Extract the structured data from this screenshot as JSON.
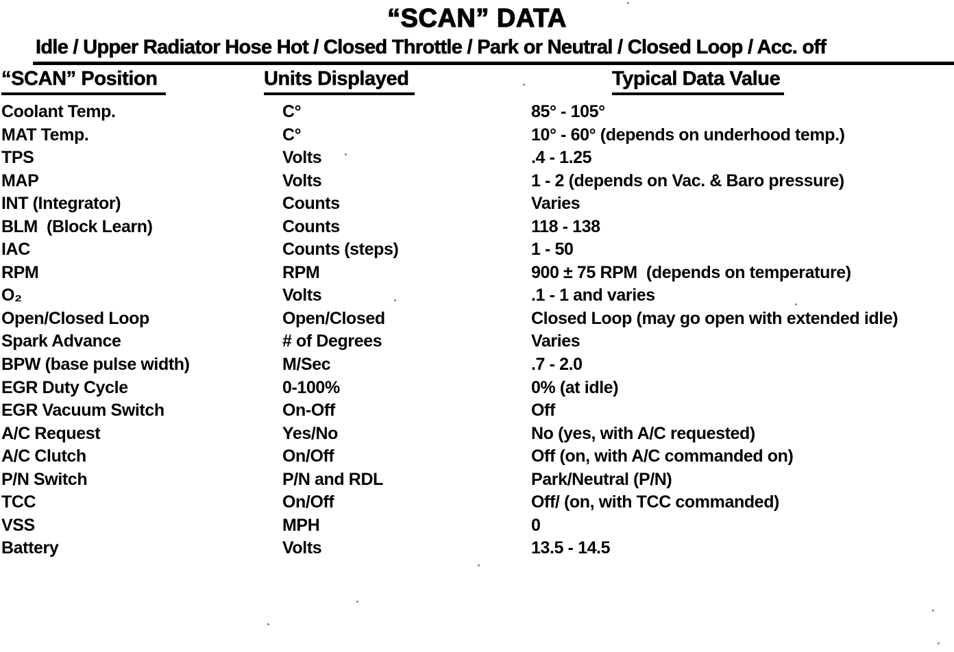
{
  "title": "“SCAN” DATA",
  "subtitle": "Idle / Upper Radiator Hose Hot / Closed Throttle / Park or Neutral / Closed Loop / Acc. off",
  "colors": {
    "text": "#000000",
    "background": "#ffffff"
  },
  "table": {
    "columns": [
      "“SCAN” Position",
      "Units Displayed",
      "Typical Data Value"
    ],
    "rows": [
      {
        "position": "Coolant Temp.",
        "units": "C°",
        "value": "85° - 105°"
      },
      {
        "position": "MAT Temp.",
        "units": "C°",
        "value": "10° - 60° (depends on underhood temp.)"
      },
      {
        "position": "TPS",
        "units": "Volts",
        "value": ".4 - 1.25"
      },
      {
        "position": "MAP",
        "units": "Volts",
        "value": "1 - 2 (depends on Vac. & Baro pressure)"
      },
      {
        "position": "INT (Integrator)",
        "units": "Counts",
        "value": "Varies"
      },
      {
        "position": "BLM  (Block Learn)",
        "units": "Counts",
        "value": "118 - 138"
      },
      {
        "position": "IAC",
        "units": "Counts (steps)",
        "value": "1 - 50"
      },
      {
        "position": "RPM",
        "units": "RPM",
        "value": "900 ± 75 RPM  (depends on temperature)"
      },
      {
        "position": "O₂",
        "units": "Volts",
        "value": ".1 - 1 and varies"
      },
      {
        "position": "Open/Closed Loop",
        "units": "Open/Closed",
        "value": "Closed Loop (may go open with extended idle)"
      },
      {
        "position": "Spark Advance",
        "units": "# of Degrees",
        "value": "Varies"
      },
      {
        "position": "BPW (base pulse width)",
        "units": "M/Sec",
        "value": ".7 - 2.0"
      },
      {
        "position": "EGR Duty Cycle",
        "units": "0-100%",
        "value": "0% (at idle)"
      },
      {
        "position": "EGR Vacuum Switch",
        "units": "On-Off",
        "value": "Off"
      },
      {
        "position": "A/C Request",
        "units": "Yes/No",
        "value": "No (yes, with A/C requested)"
      },
      {
        "position": "A/C Clutch",
        "units": "On/Off",
        "value": "Off (on, with A/C commanded on)"
      },
      {
        "position": "P/N Switch",
        "units": "P/N and RDL",
        "value": "Park/Neutral (P/N)"
      },
      {
        "position": "TCC",
        "units": "On/Off",
        "value": "Off/ (on, with TCC commanded)"
      },
      {
        "position": "VSS",
        "units": "MPH",
        "value": "0"
      },
      {
        "position": "Battery",
        "units": "Volts",
        "value": "13.5 - 14.5"
      }
    ]
  }
}
